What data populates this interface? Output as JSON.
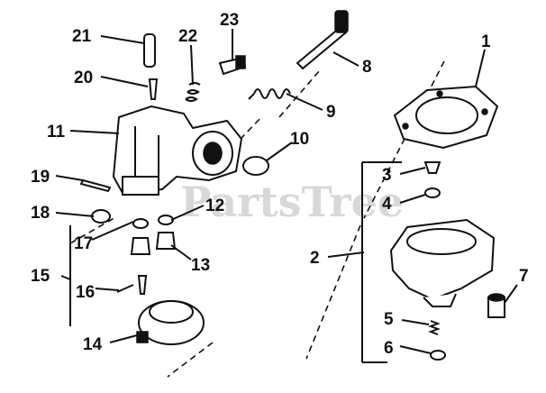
{
  "watermark": "PartsTree",
  "callouts": {
    "c1": "1",
    "c2": "2",
    "c3": "3",
    "c4": "4",
    "c5": "5",
    "c6": "6",
    "c7": "7",
    "c8": "8",
    "c9": "9",
    "c10": "10",
    "c11": "11",
    "c12": "12",
    "c13": "13",
    "c14": "14",
    "c15": "15",
    "c16": "16",
    "c17": "17",
    "c18": "18",
    "c19": "19",
    "c20": "20",
    "c21": "21",
    "c22": "22",
    "c23": "23"
  }
}
